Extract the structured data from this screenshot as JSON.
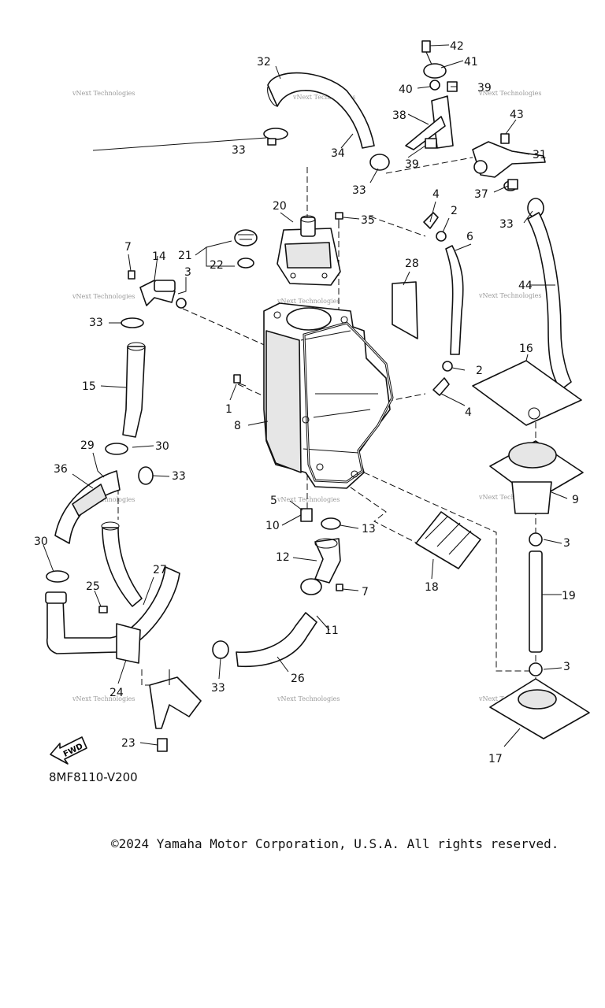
{
  "diagram": {
    "code": "8MF8110-V200",
    "watermark": "vNext Technologies",
    "direction_label": "FWD",
    "callouts": [
      "1",
      "2",
      "2",
      "3",
      "3",
      "3",
      "3",
      "4",
      "4",
      "5",
      "6",
      "7",
      "7",
      "8",
      "9",
      "10",
      "11",
      "12",
      "13",
      "14",
      "15",
      "16",
      "17",
      "18",
      "19",
      "20",
      "21",
      "22",
      "23",
      "24",
      "25",
      "26",
      "27",
      "28",
      "29",
      "30",
      "30",
      "31",
      "32",
      "33",
      "33",
      "33",
      "33",
      "33",
      "33",
      "33",
      "34",
      "35",
      "36",
      "37",
      "38",
      "39",
      "39",
      "40",
      "41",
      "42",
      "43",
      "44"
    ]
  },
  "footer": {
    "copyright": "©2024 Yamaha Motor Corporation, U.S.A. All rights reserved."
  }
}
